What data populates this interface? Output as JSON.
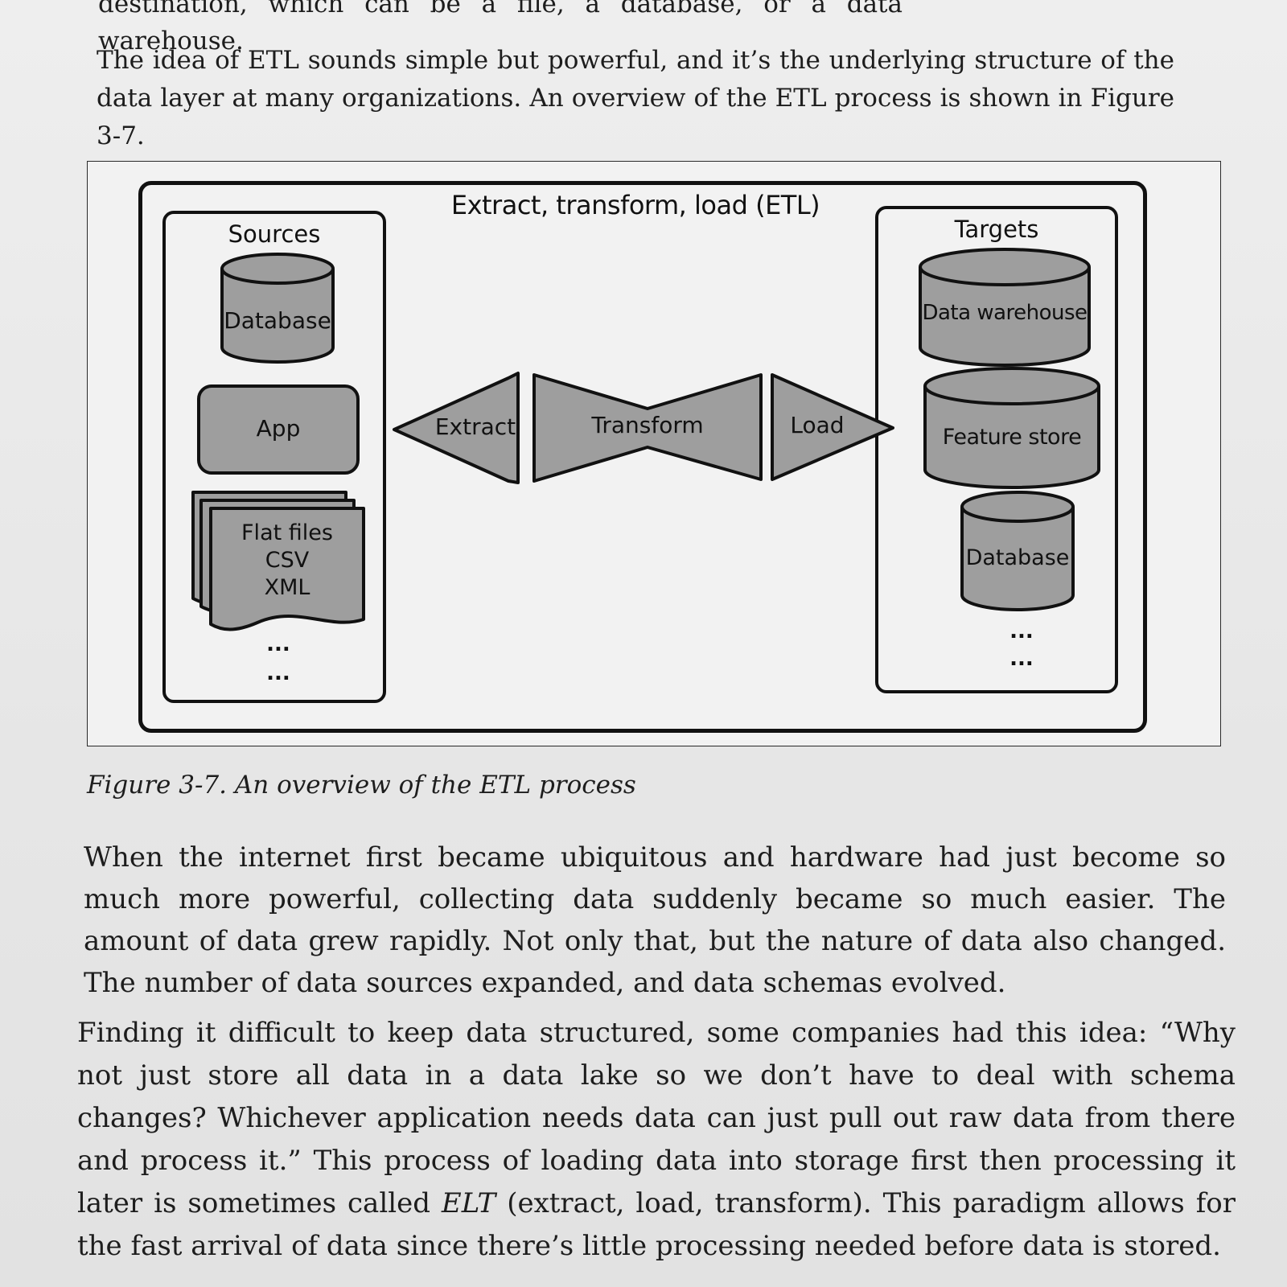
{
  "text": {
    "para_top": "destination, which can be a file, a database, or a data warehouse.",
    "para_etl": "The idea of ETL sounds simple but powerful, and it’s the underlying structure of the data layer at many organizations. An overview of the ETL process is shown in Figure 3-7.",
    "caption": "Figure 3-7. An overview of the ETL process",
    "para_internet": "When the internet first became ubiquitous and hardware had just become so much more powerful, collecting data suddenly became so much easier. The amount of data grew rapidly. Not only that, but the nature of data also changed. The number of data sources expanded, and data schemas evolved.",
    "para_finding_a": "Finding it difficult to keep data structured, some companies had this idea: “Why not just store all data in a data lake so we don’t have to deal with schema changes? Whichever application needs data can just pull out raw data from there and process it.” This process of loading data into storage first then processing it later is sometimes called ",
    "para_finding_em": "ELT",
    "para_finding_b": " (extract, load, transform). This paradigm allows for the fast arrival of data since there’s little processing needed before data is stored."
  },
  "figure": {
    "title": "Extract, transform, load (ETL)",
    "sources": {
      "title": "Sources",
      "database": "Database",
      "app": "App",
      "flat_files": [
        "Flat files",
        "CSV",
        "XML"
      ],
      "more1": "...",
      "more2": "..."
    },
    "process": {
      "extract": "Extract",
      "transform": "Transform",
      "load": "Load"
    },
    "targets": {
      "title": "Targets",
      "warehouse": "Data warehouse",
      "feature_store": "Feature store",
      "database": "Database",
      "more1": "...",
      "more2": "..."
    }
  },
  "colors": {
    "shape_fill": "#9e9e9e",
    "stroke": "#111111",
    "paper": "#eeeeee"
  }
}
